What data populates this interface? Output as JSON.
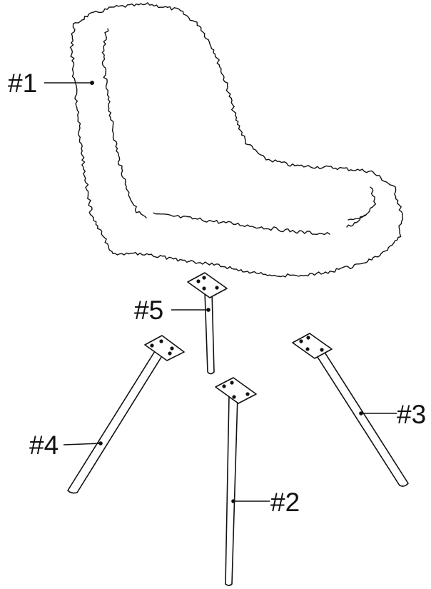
{
  "parts": {
    "seat": {
      "label": "#1",
      "icon": "fur-seat-shell-icon"
    },
    "leg_2": {
      "label": "#2",
      "icon": "chair-leg-icon"
    },
    "leg_3": {
      "label": "#3",
      "icon": "chair-leg-icon"
    },
    "leg_4": {
      "label": "#4",
      "icon": "chair-leg-icon"
    },
    "leg_5": {
      "label": "#5",
      "icon": "chair-leg-icon"
    }
  },
  "colors": {
    "ink": "#111111",
    "background": "#ffffff"
  }
}
